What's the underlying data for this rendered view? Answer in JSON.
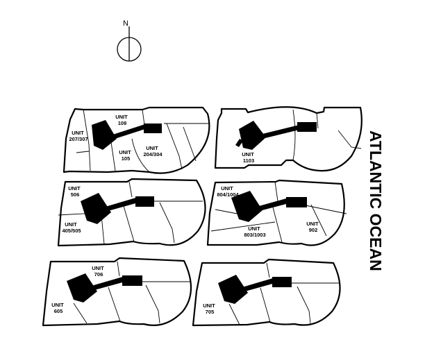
{
  "compass": {
    "label": "N",
    "icon": "north-arrow-icon"
  },
  "ocean_label": "ATLANTIC OCEAN",
  "floors": [
    {
      "name": "floor-plan-top-left",
      "units": [
        {
          "lines": [
            "UNIT",
            "108"
          ]
        },
        {
          "lines": [
            "UNIT",
            "207/307"
          ]
        },
        {
          "lines": [
            "UNIT",
            "105"
          ]
        },
        {
          "lines": [
            "UNIT",
            "204/304"
          ]
        }
      ]
    },
    {
      "name": "floor-plan-top-right",
      "units": [
        {
          "lines": [
            "UNIT",
            "1103"
          ]
        }
      ]
    },
    {
      "name": "floor-plan-middle-left",
      "units": [
        {
          "lines": [
            "UNIT",
            "506"
          ]
        },
        {
          "lines": [
            "UNIT",
            "405/505"
          ]
        }
      ]
    },
    {
      "name": "floor-plan-middle-right",
      "units": [
        {
          "lines": [
            "UNIT",
            "804/1004"
          ]
        },
        {
          "lines": [
            "UNIT",
            "803/1003"
          ]
        },
        {
          "lines": [
            "UNIT",
            "902"
          ]
        }
      ]
    },
    {
      "name": "floor-plan-bottom-left",
      "units": [
        {
          "lines": [
            "UNIT",
            "706"
          ]
        },
        {
          "lines": [
            "UNIT",
            "605"
          ]
        }
      ]
    },
    {
      "name": "floor-plan-bottom-right",
      "units": [
        {
          "lines": [
            "UNIT",
            "705"
          ]
        }
      ]
    }
  ]
}
